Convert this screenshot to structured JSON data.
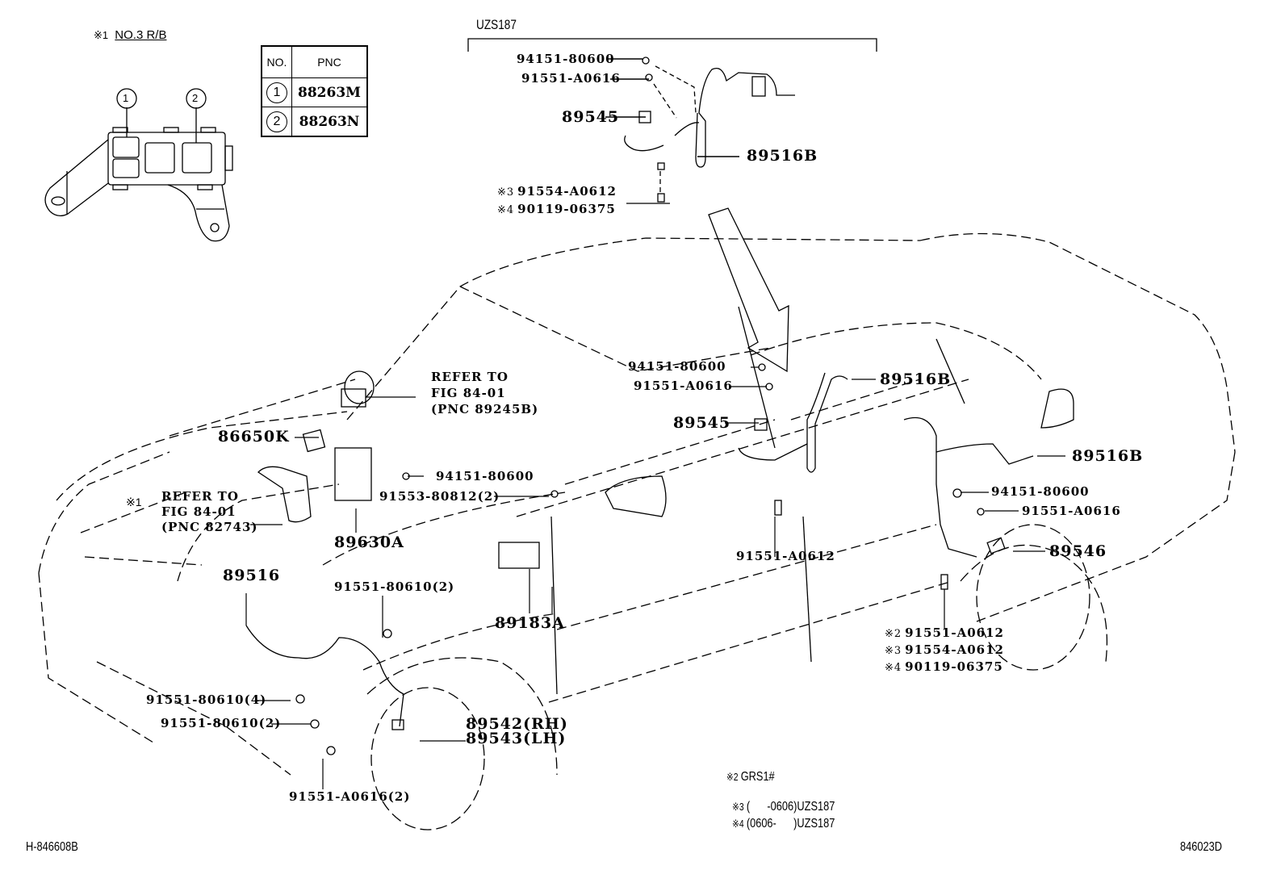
{
  "figure": {
    "left_code": "H-846608B",
    "right_code": "846023D",
    "variant_group_label": "UZS187"
  },
  "relay_block": {
    "title_mark": "※1",
    "title": "NO.3 R/B",
    "callouts": [
      "1",
      "2"
    ],
    "table": {
      "headers": [
        "NO.",
        "PNC"
      ],
      "rows": [
        {
          "no": "1",
          "pnc": "88263M"
        },
        {
          "no": "2",
          "pnc": "88263N"
        }
      ]
    }
  },
  "inset_labels": {
    "nut": "94151-80600",
    "bolt": "91551-A0616",
    "sensor": "89545",
    "harness": "89516B",
    "note3_mark": "※3",
    "note3_part": "91554-A0612",
    "note4_mark": "※4",
    "note4_part": "90119-06375"
  },
  "front_labels": {
    "refer1_l1": "REFER TO",
    "refer1_l2": "FIG  84-01",
    "refer1_l3": "(PNC 89245B)",
    "part_86650K": "86650K",
    "nut_ecu": "94151-80600",
    "bolt_91553": "91553-80812(2)",
    "relay_mark": "※1",
    "refer2_l1": "REFER TO",
    "refer2_l2": "FIG  84-01",
    "refer2_l3": "(PNC 82743)",
    "ecu": "89630A",
    "sensor_89183A": "89183A",
    "harness_89516": "89516",
    "bolt_80610_2a": "91551-80610(2)",
    "bolt_80610_4": "91551-80610(4)",
    "bolt_80610_2b": "91551-80610(2)",
    "sensor_rh": "89542(RH)",
    "sensor_lh": "89543(LH)",
    "bolt_a0616_2": "91551-A0616(2)"
  },
  "side_labels": {
    "nut": "94151-80600",
    "bolt": "91551-A0616",
    "sensor": "89545",
    "harness": "89516B",
    "bolt_a0612": "91551-A0612"
  },
  "rear_labels": {
    "harness": "89516B",
    "nut": "94151-80600",
    "bolt": "91551-A0616",
    "sensor": "89546",
    "n2_mark": "※2",
    "n2_part": "91551-A0612",
    "n3_mark": "※3",
    "n3_part": "91554-A0612",
    "n4_mark": "※4",
    "n4_part": "90119-06375"
  },
  "footnotes": [
    {
      "mark": "※2",
      "text": "GRS1#"
    },
    {
      "mark": "※3",
      "text": "(      -0606)UZS187"
    },
    {
      "mark": "※4",
      "text": "(0606-      )UZS187"
    }
  ]
}
